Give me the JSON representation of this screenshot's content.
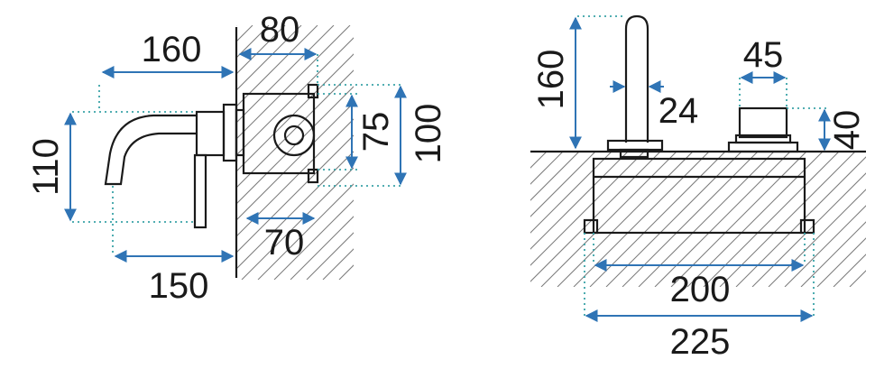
{
  "side_view": {
    "spout_length": "160",
    "wall_depth": "80",
    "spout_height": "110",
    "body_height": "75",
    "plate_height": "100",
    "body_depth": "70",
    "spout_reach": "150"
  },
  "front_view": {
    "spout_height": "160",
    "spout_diameter": "24",
    "handle_diameter": "45",
    "handle_height": "40",
    "body_width": "200",
    "plate_width": "225"
  },
  "colors": {
    "dimension": "#2f74b5",
    "extension": "#3aa3a8",
    "outline": "#1a1a1a",
    "hatch": "#7a7a7a"
  }
}
